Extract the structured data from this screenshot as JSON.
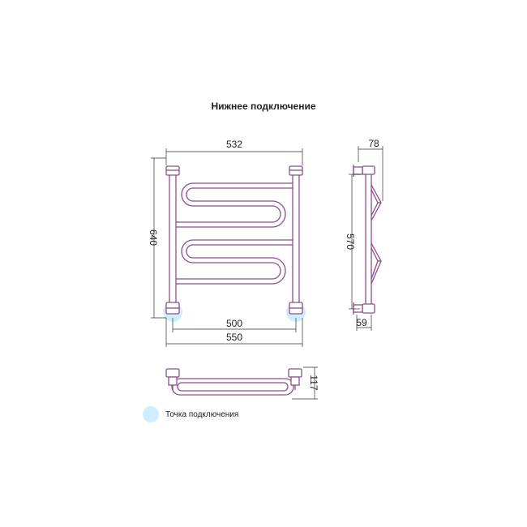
{
  "title": "Нижнее подключение",
  "colors": {
    "pipe": "#8b4f8b",
    "dimension_line": "#333333",
    "connection_point": "#cfeefd"
  },
  "front_view": {
    "dim_total_width": "532",
    "dim_height": "640",
    "dim_center_distance": "500",
    "dim_bottom_width": "550"
  },
  "side_view": {
    "dim_depth": "78",
    "dim_height": "570",
    "dim_bottom_offset": "59"
  },
  "top_view": {
    "dim_depth": "117"
  },
  "legend": {
    "label": "Точка подключения"
  }
}
